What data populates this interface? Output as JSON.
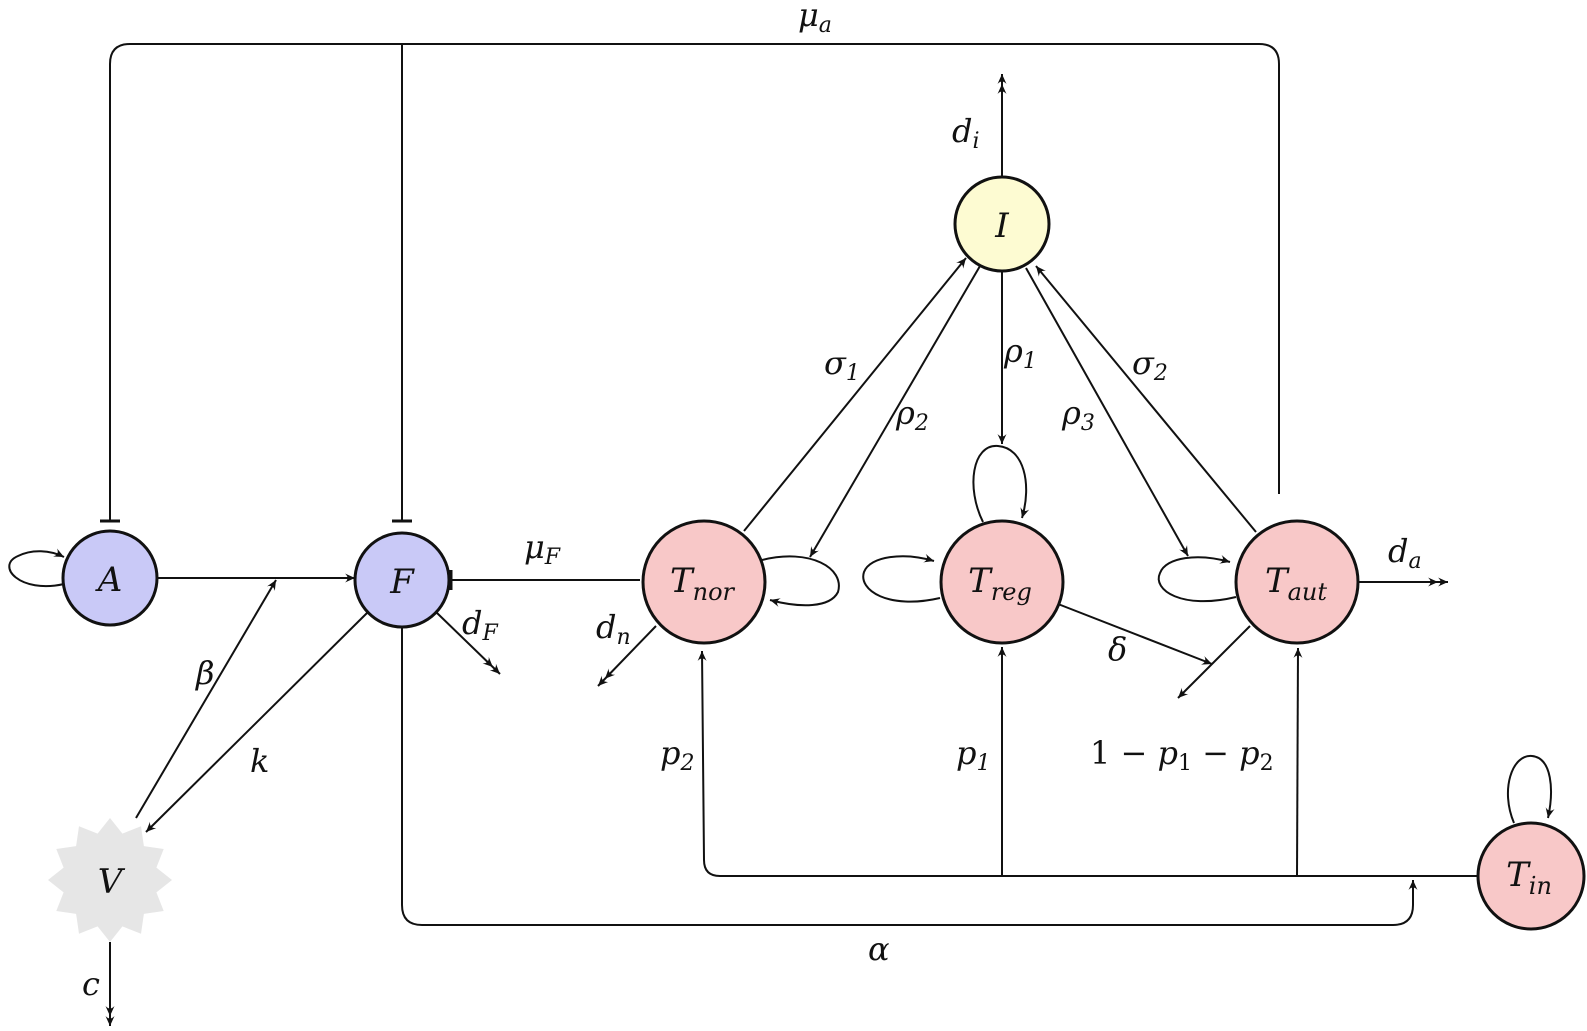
{
  "colors": {
    "innate_fill": "#c9c9f7",
    "interferon_fill": "#fdfbd2",
    "tcell_fill": "#f8c8c8",
    "virus_fill": "#e6e6e6",
    "stroke": "#111111"
  },
  "nodes": {
    "A": {
      "main": "A",
      "sub": ""
    },
    "F": {
      "main": "F",
      "sub": ""
    },
    "V": {
      "main": "V",
      "sub": ""
    },
    "I": {
      "main": "I",
      "sub": ""
    },
    "Tnor": {
      "main": "T",
      "sub": "nor"
    },
    "Treg": {
      "main": "T",
      "sub": "reg"
    },
    "Taut": {
      "main": "T",
      "sub": "aut"
    },
    "Tin": {
      "main": "T",
      "sub": "in"
    }
  },
  "labels": {
    "mu_a": {
      "main": "μ",
      "sub": "a"
    },
    "mu_F": {
      "main": "μ",
      "sub": "F"
    },
    "d_F": {
      "main": "d",
      "sub": "F"
    },
    "d_n": {
      "main": "d",
      "sub": "n"
    },
    "d_i": {
      "main": "d",
      "sub": "i"
    },
    "d_a": {
      "main": "d",
      "sub": "a"
    },
    "beta": {
      "main": "β",
      "sub": ""
    },
    "k": {
      "main": "k",
      "sub": ""
    },
    "c": {
      "main": "c",
      "sub": ""
    },
    "alpha": {
      "main": "α",
      "sub": ""
    },
    "delta": {
      "main": "δ",
      "sub": ""
    },
    "sigma1": {
      "main": "σ",
      "sub": "1"
    },
    "sigma2": {
      "main": "σ",
      "sub": "2"
    },
    "rho1": {
      "main": "ρ",
      "sub": "1"
    },
    "rho2": {
      "main": "ρ",
      "sub": "2"
    },
    "rho3": {
      "main": "ρ",
      "sub": "3"
    },
    "p1": {
      "main": "p",
      "sub": "1"
    },
    "p2": {
      "main": "p",
      "sub": "2"
    },
    "one_minus": {
      "lead": "1 − ",
      "p1": "p",
      "p1sub": "1",
      "mid": " − ",
      "p2": "p",
      "p2sub": "2"
    }
  }
}
